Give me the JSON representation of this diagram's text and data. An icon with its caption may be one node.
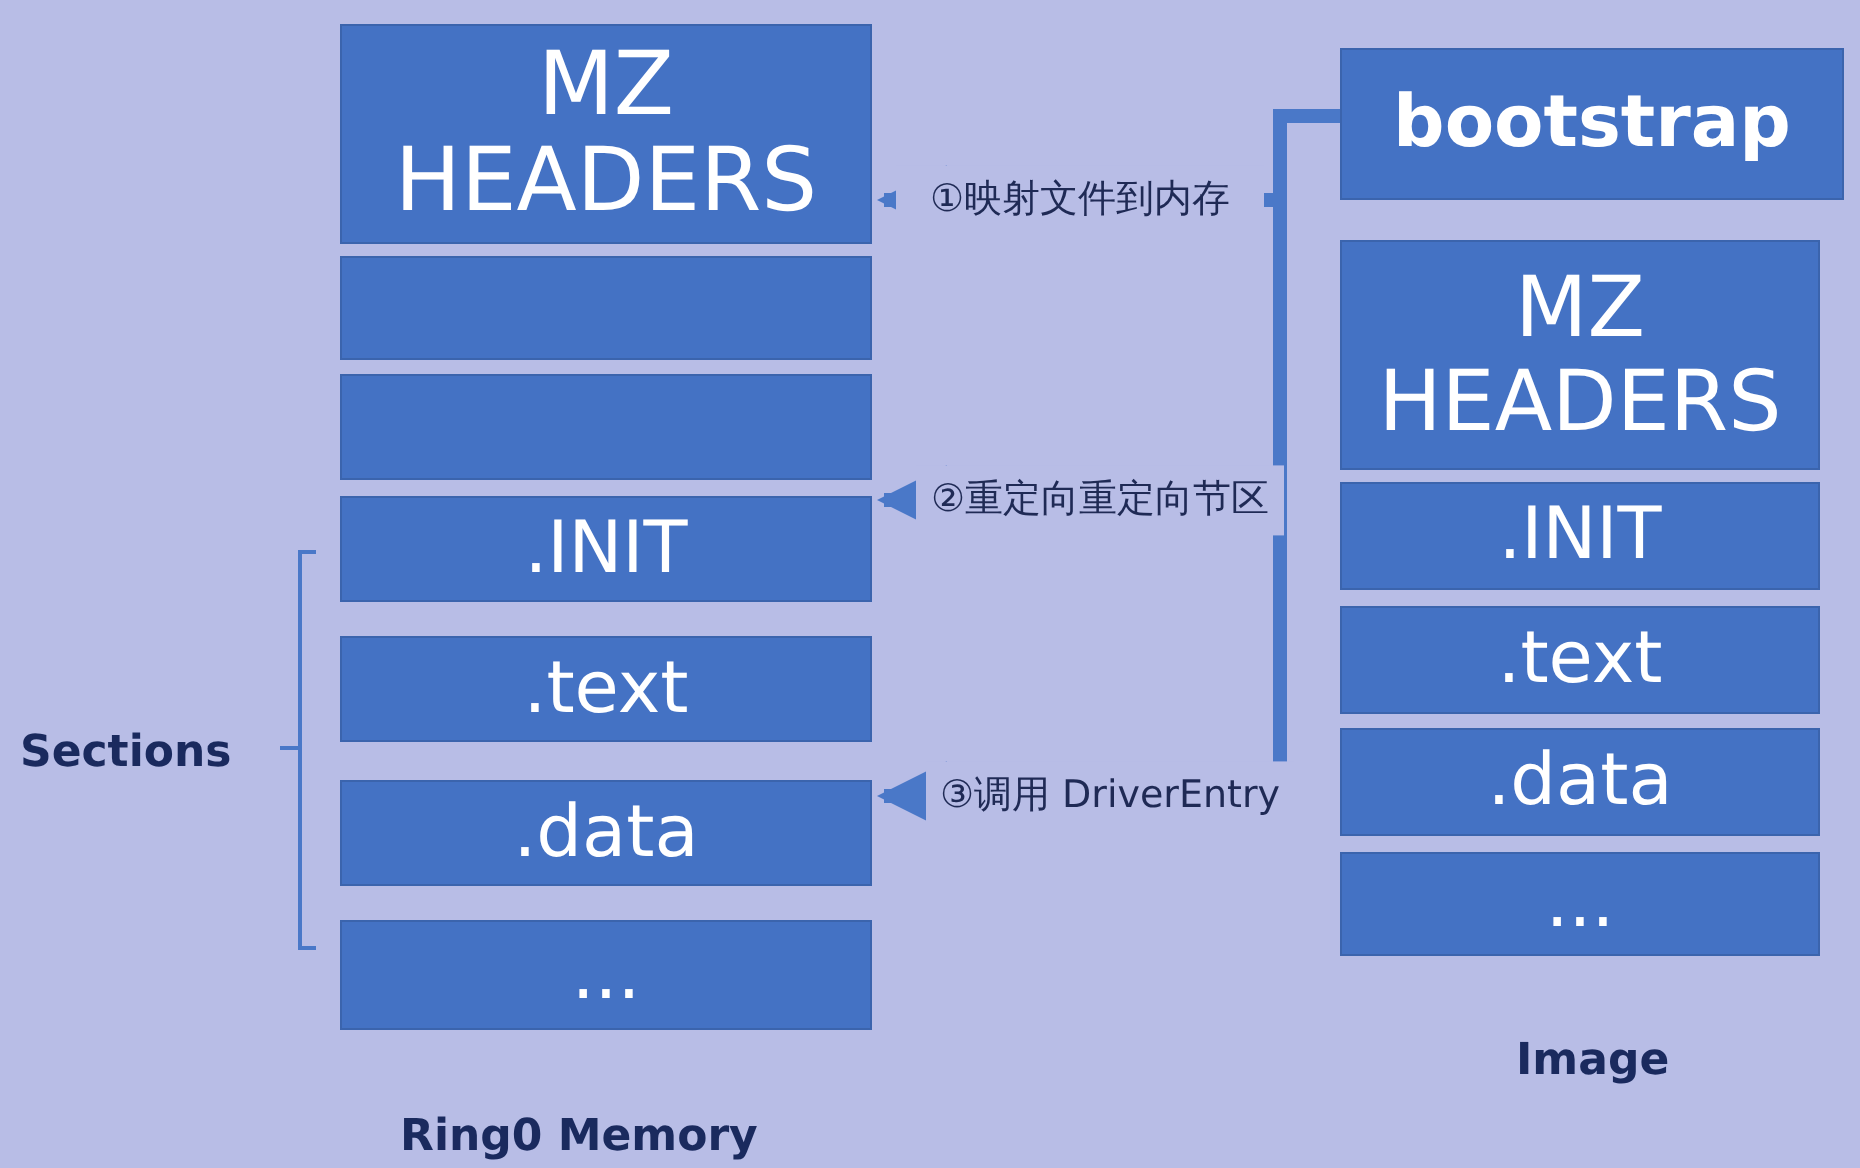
{
  "diagram": {
    "nodes": [
      {
        "text": [
          "MZ HEADERS"
        ]
      },
      {
        "text": [],
        "shape": "box"
      },
      {
        "text": [],
        "shape": "box"
      },
      {
        "text": [
          ".INIT"
        ]
      },
      {
        "text": [
          ".text"
        ]
      },
      {
        "text": [
          ".data"
        ]
      },
      {
        "text": [
          "..."
        ]
      },
      {
        "text": [
          "bootstrap"
        ]
      },
      {
        "text": [
          "MZ HEADERS"
        ]
      },
      {
        "text": [
          ".INIT"
        ]
      },
      {
        "text": [
          ".text"
        ]
      },
      {
        "text": [
          ".data"
        ]
      },
      {
        "text": [
          "..."
        ]
      }
    ],
    "edges": [
      {
        "from": 7,
        "to": 0,
        "arrow": "to",
        "label": "①映射文件到内存"
      },
      {
        "from": 7,
        "to": 3,
        "arrow": "to",
        "label": "②重定向重定向节区"
      },
      {
        "from": 7,
        "to": 5,
        "arrow": "to",
        "label": "③调用 DriverEntry"
      }
    ],
    "labels": [
      "Sections",
      "Ring0 Memory",
      "Image"
    ]
  }
}
